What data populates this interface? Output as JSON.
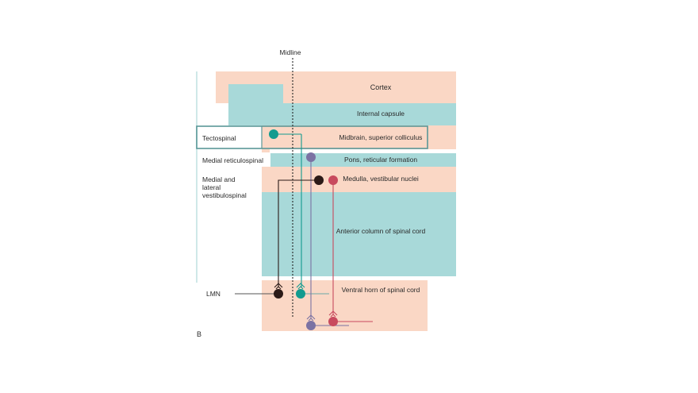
{
  "figure": {
    "panel_label": "B",
    "midline_label": "Midline",
    "regions": {
      "cortex": "Cortex",
      "internal_capsule": "Internal capsule",
      "midbrain": "Midbrain, superior colliculus",
      "pons": "Pons, reticular formation",
      "medulla": "Medulla, vestibular nuclei",
      "anterior_column": "Anterior column of spinal cord",
      "ventral_horn": "Ventral horn of spinal cord"
    },
    "tracts": {
      "tectospinal": "Tectospinal",
      "medial_reticulospinal": "Medial reticulospinal",
      "vestibulospinal_line1": "Medial and",
      "vestibulospinal_line2": "lateral",
      "vestibulospinal_line3": "vestibulospinal"
    },
    "lmn_label": "LMN",
    "colors": {
      "salmon": "#fad7c5",
      "teal": "#a8d9d9",
      "tectospinal_neuron": "#129b8f",
      "reticulospinal_neuron": "#7b72a3",
      "vestibulospinal_lateral_neuron": "#c84a5e",
      "vestibulospinal_medial_neuron": "#2b1a17",
      "highlight_box": "#5a9898"
    }
  }
}
